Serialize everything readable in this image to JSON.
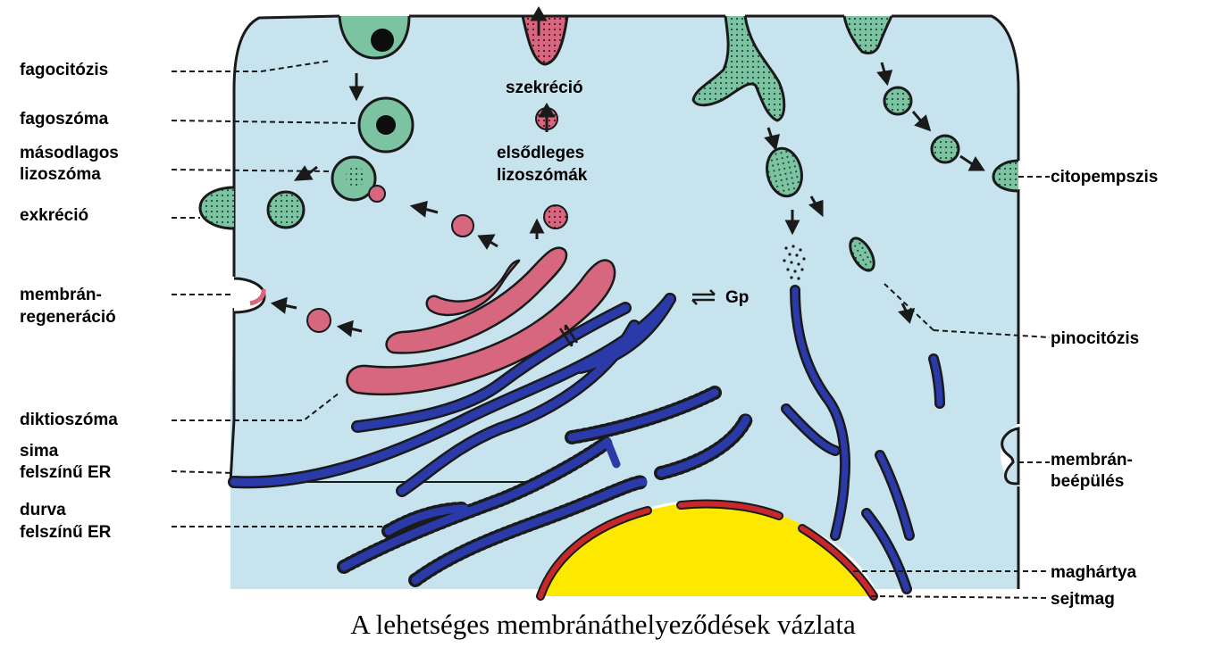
{
  "labels": {
    "left": {
      "fagocitozis": "fagocitózis",
      "fagoszoma": "fagoszóma",
      "masodlagos_1": "másodlagos",
      "masodlagos_2": "lizoszóma",
      "exkrecio": "exkréció",
      "membran_regen_1": "membrán-",
      "membran_regen_2": "regeneráció",
      "diktioszoma": "diktioszóma",
      "sima_er_1": "sima",
      "sima_er_2": "felszínű ER",
      "durva_er_1": "durva",
      "durva_er_2": "felszínű ER"
    },
    "inner": {
      "szekrecio": "szekréció",
      "elsodleges_1": "elsődleges",
      "elsodleges_2": "lizoszómák",
      "gp": "Gp"
    },
    "right": {
      "citopempszis": "citopempszis",
      "pinocitozis": "pinocitózis",
      "membran_beep_1": "membrán-",
      "membran_beep_2": "beépülés",
      "maghartya": "maghártya",
      "sejtmag": "sejtmag"
    }
  },
  "caption": "A lehetséges membránáthelyeződések vázlata",
  "colors": {
    "cytoplasm": "#c7e3ee",
    "membrane_line": "#1a1a1a",
    "vesicle_green": "#7cc3a2",
    "vesicle_green_dark": "#2f6f55",
    "golgi_pink": "#d7667f",
    "golgi_pink_light": "#f0a9b7",
    "er_blue": "#2a3aa8",
    "nucleus_yellow": "#fde900",
    "nuclear_envelope": "#c8282b",
    "nucleus_dark": "#1b1b1b"
  }
}
